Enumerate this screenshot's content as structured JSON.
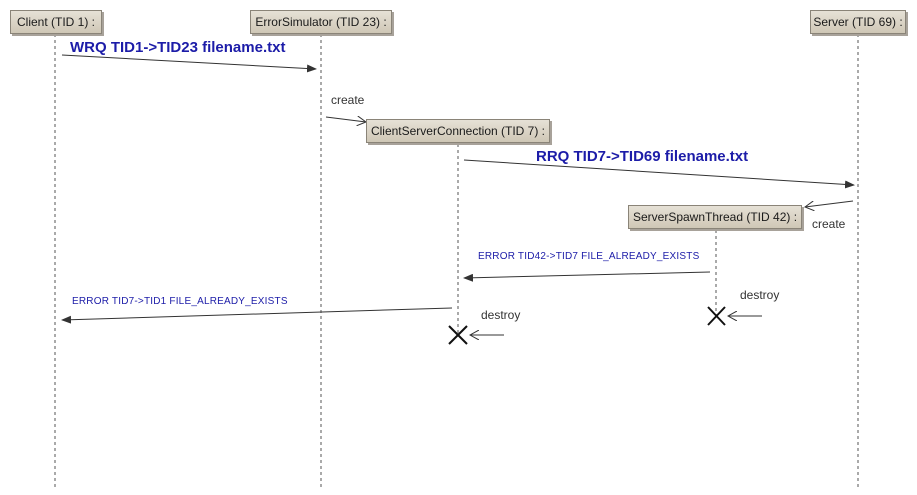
{
  "lifelines": {
    "client": "Client (TID 1) :",
    "error_simulator": "ErrorSimulator (TID 23) :",
    "server": "Server (TID 69) :",
    "client_server_connection": "ClientServerConnection (TID 7) :",
    "server_spawn_thread": "ServerSpawnThread (TID 42) :"
  },
  "messages": {
    "wrq": "WRQ  TID1->TID23  filename.txt",
    "create_csc": "create",
    "rrq": "RRQ  TID7->TID69 filename.txt",
    "create_sst": "create",
    "error_sst": "ERROR  TID42->TID7  FILE_ALREADY_EXISTS",
    "error_csc": "ERROR  TID7->TID1  FILE_ALREADY_EXISTS",
    "destroy_sst": "destroy",
    "destroy_csc": "destroy"
  }
}
